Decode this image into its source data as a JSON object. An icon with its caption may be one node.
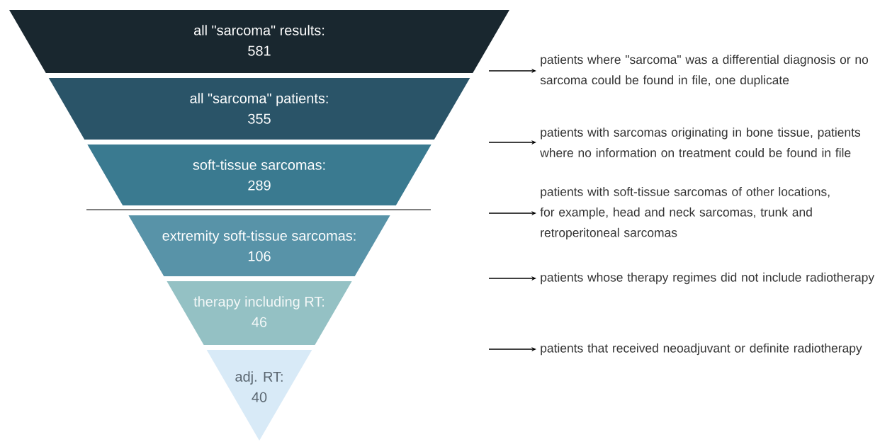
{
  "diagram": {
    "nodes": [
      {
        "text": [
          "all \"sarcoma\" results:",
          "581"
        ]
      },
      {
        "text": [
          "all \"sarcoma\" patients:",
          "355"
        ]
      },
      {
        "text": [
          "soft-tissue sarcomas:",
          "289"
        ]
      },
      {
        "text": [
          "extremity soft-tissue sarcomas:",
          "106"
        ]
      },
      {
        "text": [
          "therapy including RT:",
          "46"
        ]
      },
      {
        "text": [
          "adj. RT:",
          "40"
        ]
      },
      {
        "text": [
          "patients where \"sarcoma\" was a differential diagnosis or no sarcoma could be found in file, one duplicate"
        ]
      },
      {
        "text": [
          "patients with sarcomas originating in bone tissue, patients where no information on treatment could be found in file"
        ]
      },
      {
        "text": [
          "patients with soft-tissue sarcomas of other locations, for example, head and neck sarcomas, trunk and retroperitoneal sarcomas"
        ]
      },
      {
        "text": [
          "patients whose therapy regimes did not include radiotherapy"
        ]
      },
      {
        "text": [
          "patients that received neoadjuvant or definite radiotherapy"
        ]
      }
    ],
    "edges": [
      {
        "from": null,
        "to": 6,
        "arrow": "to"
      },
      {
        "from": null,
        "to": 7,
        "arrow": "to"
      },
      {
        "from": null,
        "to": 8,
        "arrow": "to"
      },
      {
        "from": null,
        "to": 9,
        "arrow": "to"
      },
      {
        "from": null,
        "to": 10,
        "arrow": "to"
      }
    ]
  }
}
